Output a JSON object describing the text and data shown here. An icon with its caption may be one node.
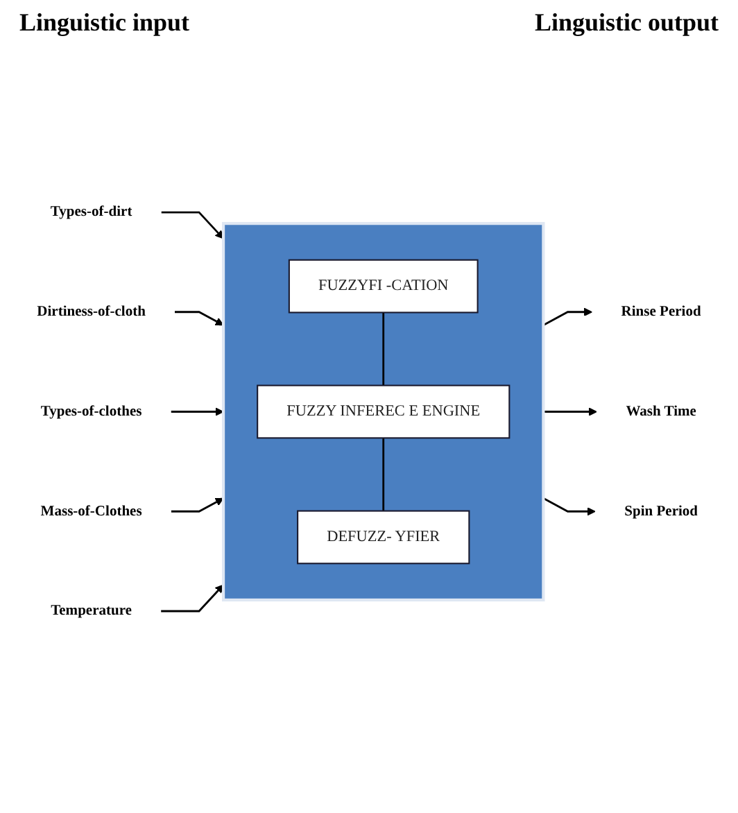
{
  "diagram": {
    "nodes": [
      {
        "text": [],
        "shape": "box"
      },
      {
        "text": [
          "FUZZYFI -CATION"
        ],
        "in": 0
      },
      {
        "text": [
          "FUZZY INFEREC E ENGINE"
        ],
        "in": 0
      },
      {
        "text": [
          "DEFUZZ- YFIER"
        ],
        "in": 0
      },
      {
        "text": [
          "Types-of-dirt"
        ]
      },
      {
        "text": [
          "Dirtiness-of-cloth"
        ]
      },
      {
        "text": [
          "Types-of-clothes"
        ]
      },
      {
        "text": [
          "Mass-of-Clothes"
        ]
      },
      {
        "text": [
          "Temperature"
        ]
      },
      {
        "text": [
          "Rinse Period"
        ]
      },
      {
        "text": [
          "Wash Time"
        ]
      },
      {
        "text": [
          "Spin Period"
        ]
      }
    ],
    "edges": [
      {
        "from": 4,
        "to": 0,
        "arrow": "to"
      },
      {
        "from": 5,
        "to": 0,
        "arrow": "to"
      },
      {
        "from": 6,
        "to": 0,
        "arrow": "to"
      },
      {
        "from": 7,
        "to": 0,
        "arrow": "to"
      },
      {
        "from": 8,
        "to": 0,
        "arrow": "to"
      },
      {
        "from": 1,
        "to": 2,
        "arrow": "none"
      },
      {
        "from": 2,
        "to": 3,
        "arrow": "none"
      },
      {
        "from": 0,
        "to": 9,
        "arrow": "to"
      },
      {
        "from": 0,
        "to": 10,
        "arrow": "to"
      },
      {
        "from": 0,
        "to": 11,
        "arrow": "to"
      }
    ],
    "labels": [
      "Linguistic input",
      "Linguistic output"
    ]
  }
}
